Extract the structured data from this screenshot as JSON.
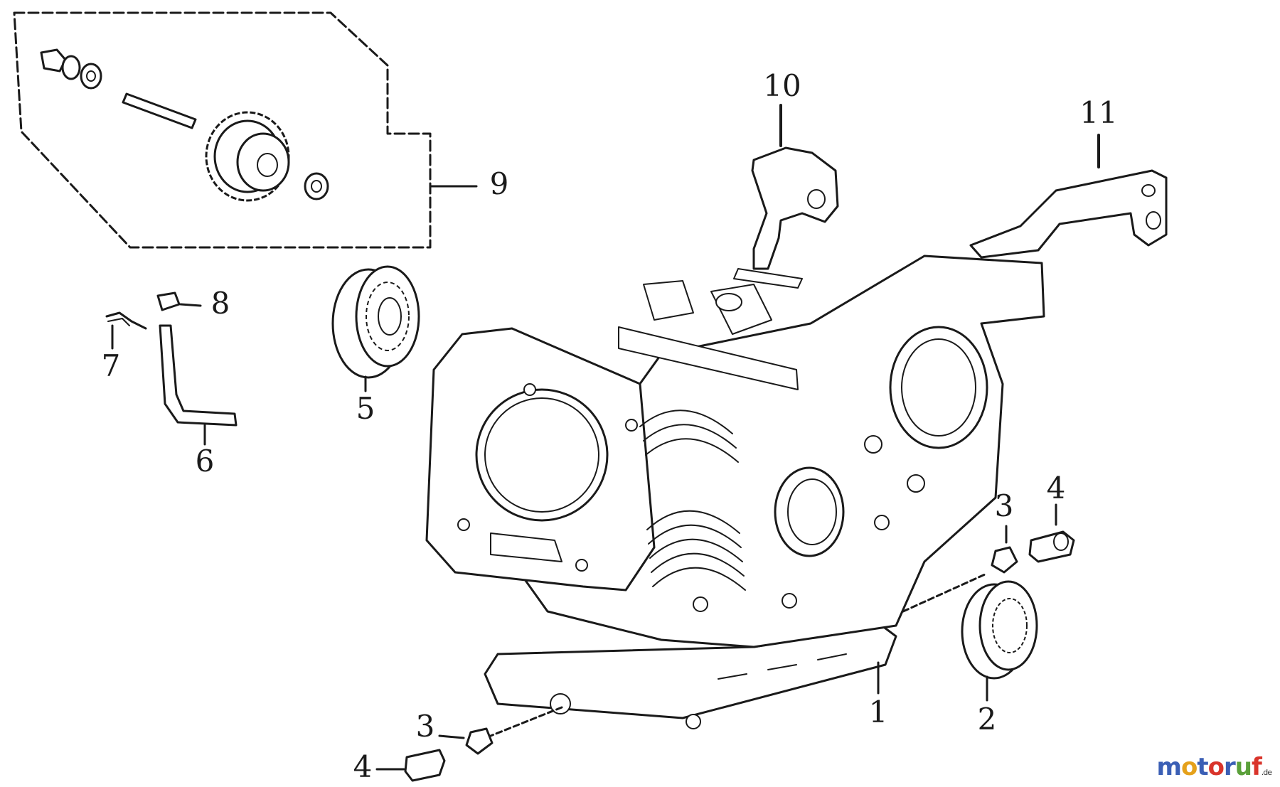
{
  "callouts": {
    "c1": "1",
    "c2": "2",
    "c3a": "3",
    "c3b": "3",
    "c4a": "4",
    "c4b": "4",
    "c5": "5",
    "c6": "6",
    "c7": "7",
    "c8": "8",
    "c9": "9",
    "c10": "10",
    "c11": "11"
  },
  "watermark": {
    "text": "motoruf",
    "suffix": ".de",
    "colors": [
      "#3b5fb5",
      "#e5a11b",
      "#3b5fb5",
      "#d9342b",
      "#3b5fb5",
      "#5aa03a",
      "#d9342b"
    ]
  }
}
